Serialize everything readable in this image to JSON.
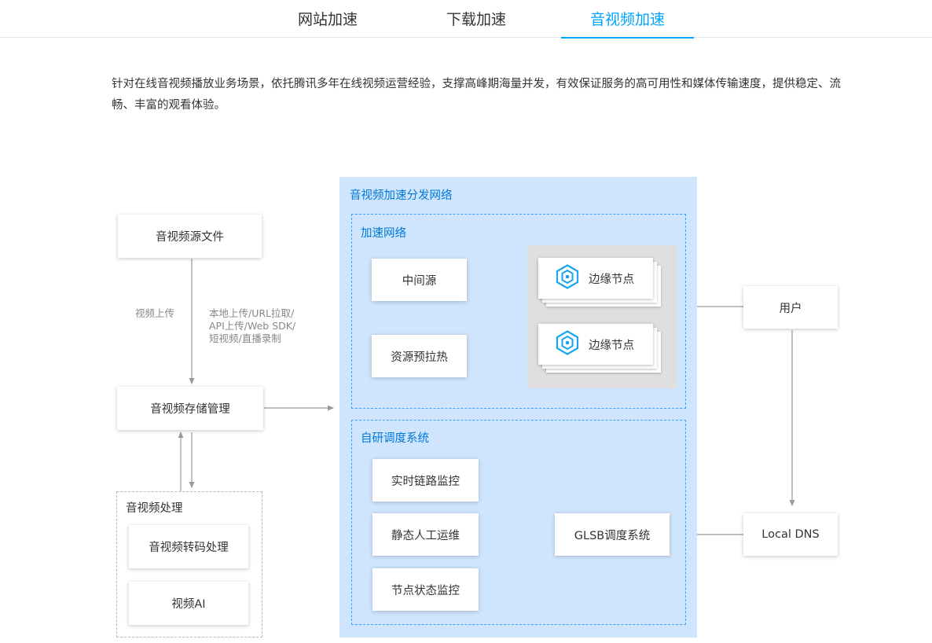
{
  "tabs": [
    {
      "label": "网站加速",
      "active": false
    },
    {
      "label": "下载加速",
      "active": false
    },
    {
      "label": "音视频加速",
      "active": true
    }
  ],
  "intro": "针对在线音视频播放业务场景，依托腾讯多年在线视频运营经验，支撑高峰期海量并发，有效保证服务的高可用性和媒体传输速度，提供稳定、流畅、丰富的观看体验。",
  "diagram": {
    "source_file": "音视频源文件",
    "upload_label": "视频上传",
    "upload_methods": [
      "本地上传/URL拉取/",
      "API上传/Web SDK/",
      "短视频/直播录制"
    ],
    "storage": "音视频存储管理",
    "processing": {
      "title": "音视频处理",
      "transcode": "音视频转码处理",
      "ai": "视频AI"
    },
    "network": {
      "title": "音视频加速分发网络",
      "accel": {
        "title": "加速网络",
        "mid_origin": "中间源",
        "preheat": "资源预拉热",
        "edge_node_1": "边缘节点",
        "edge_node_2": "边缘节点"
      },
      "sched": {
        "title": "自研调度系统",
        "link_monitor": "实时链路监控",
        "static_ops": "静态人工运维",
        "node_monitor": "节点状态监控",
        "glsb": "GLSB调度系统"
      }
    },
    "user": "用户",
    "local_dns": "Local DNS",
    "colors": {
      "accent": "#00a4ff",
      "zone": "#cfe5fd",
      "dash": "#37a6ff",
      "arrow": "#999999"
    },
    "icons": {
      "edge_node": "hexagon-node-icon"
    }
  }
}
